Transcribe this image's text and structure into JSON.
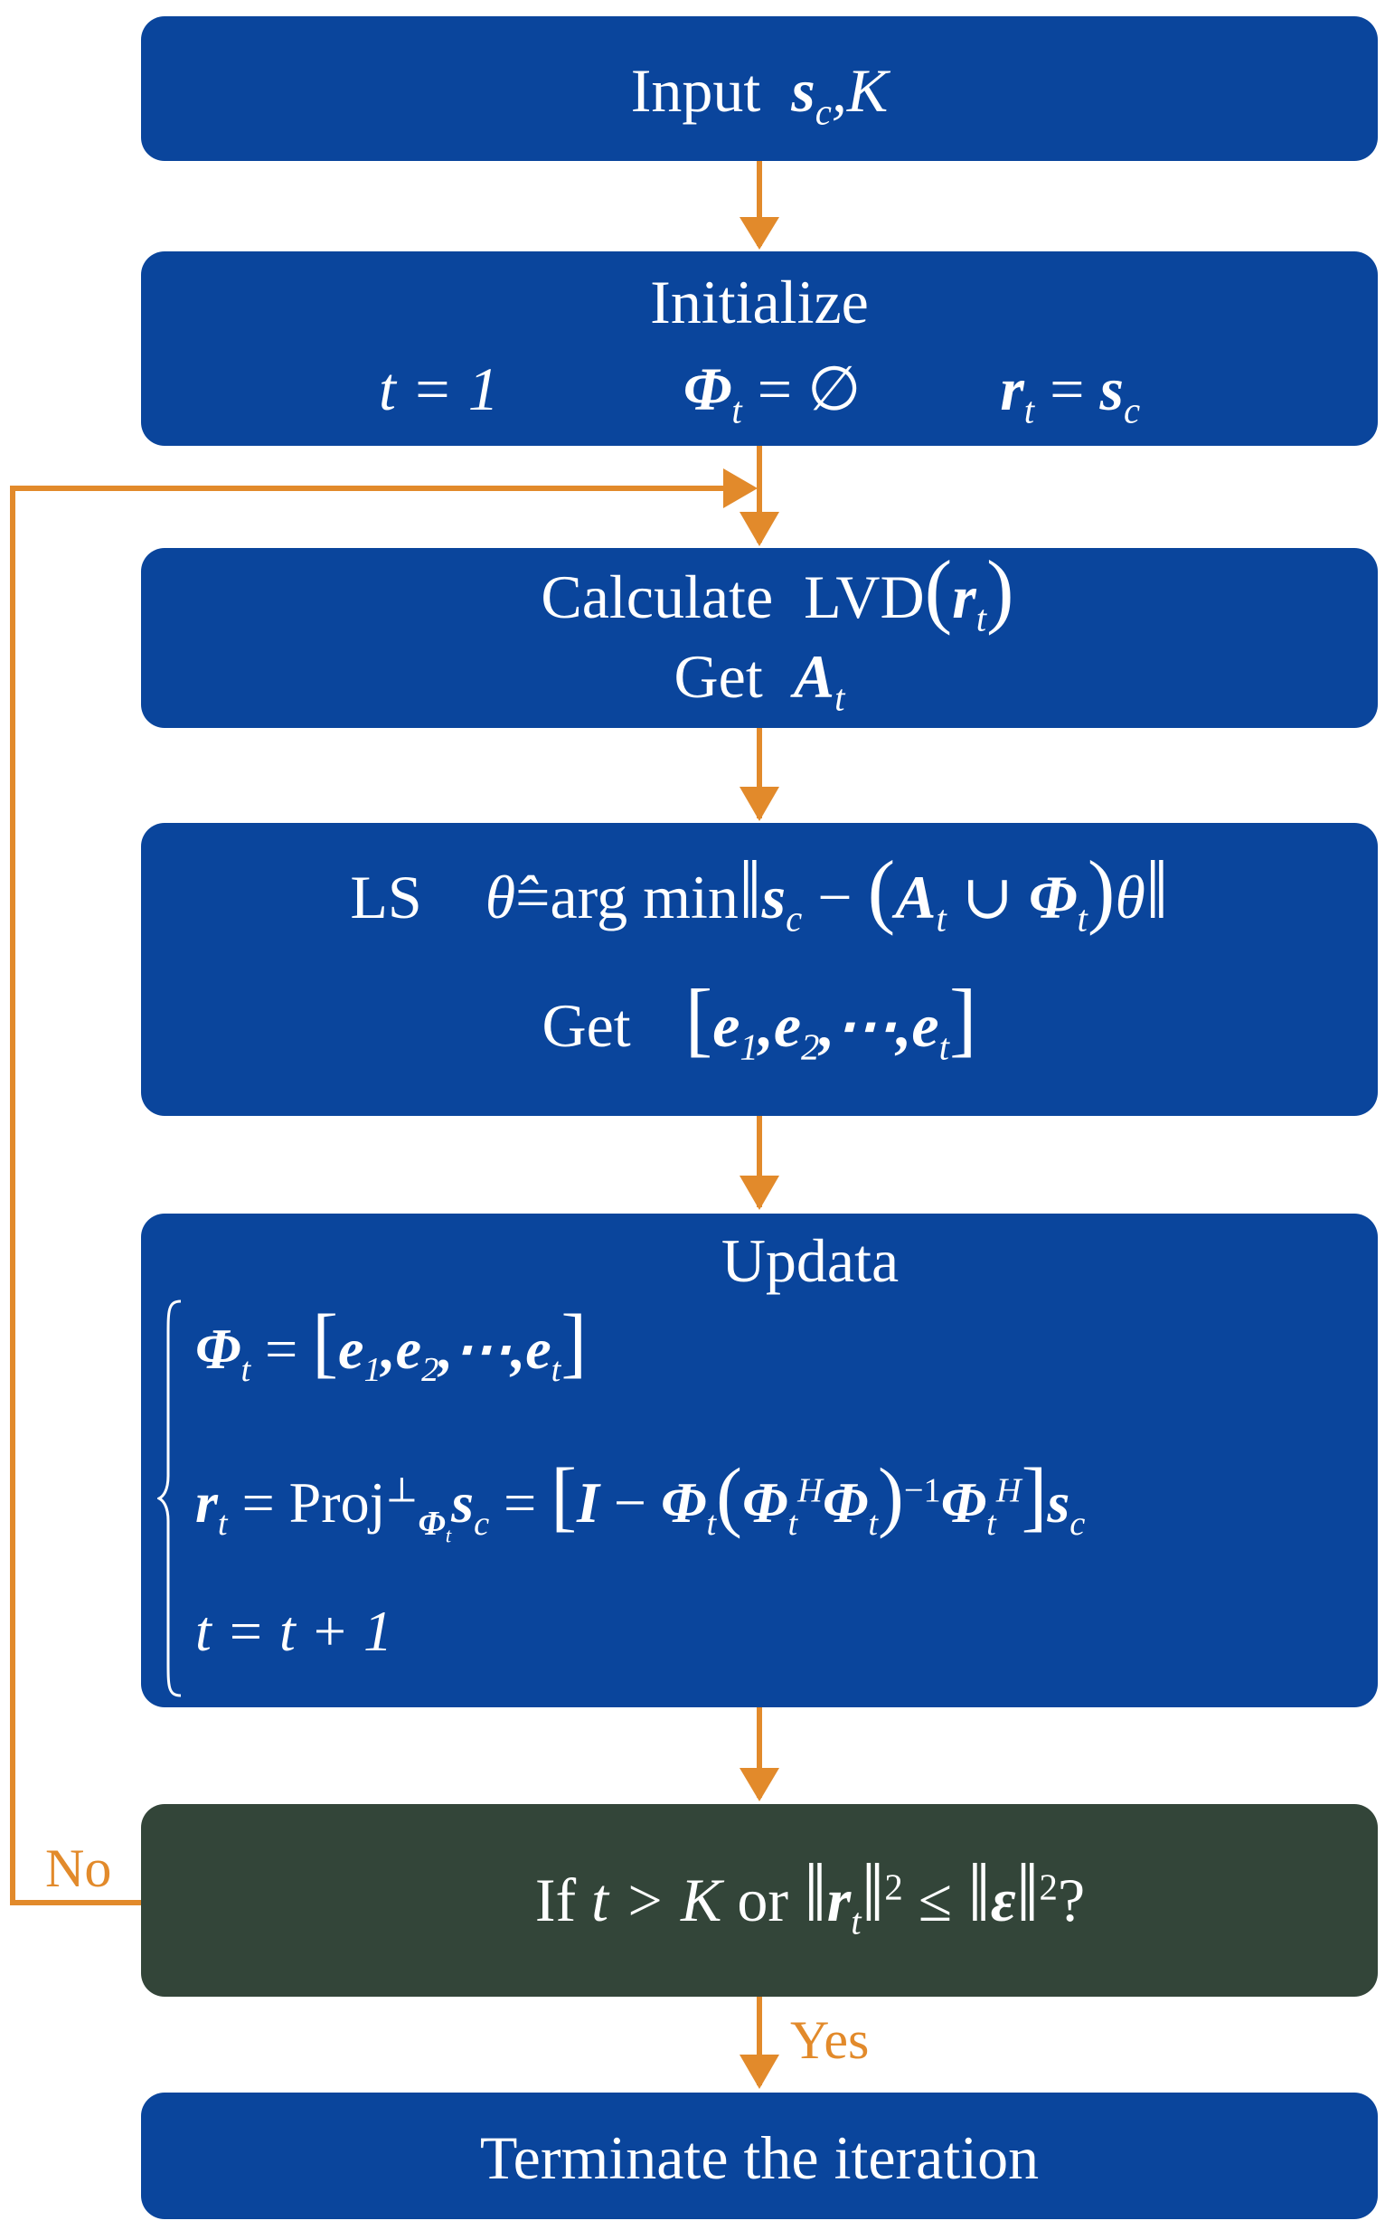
{
  "boxes": {
    "input": {
      "label": "Input",
      "expr_var": "s",
      "expr_sub": "c",
      "expr_rest": ",K"
    },
    "initialize": {
      "title": "Initialize",
      "t_init": "t = 1",
      "phi_init_rhs": " = ∅",
      "r_init_rhs": " = "
    },
    "calculate": {
      "label": "Calculate",
      "func": "LVD",
      "get_label": "Get",
      "get_var": "A",
      "get_sub": "t"
    },
    "ls": {
      "label": "LS",
      "theta_hat": "θ̂",
      "expr_mid": "=arg min",
      "get_label": "Get",
      "get_set": "e"
    },
    "update": {
      "title": "Updata",
      "line3": "t = t + 1",
      "proj": "Proj"
    },
    "decision": {
      "if_label": "If",
      "or_label": "or",
      "cond_t": "t > K"
    },
    "terminate": {
      "label": "Terminate the iteration"
    }
  },
  "flow": {
    "no_label": "No",
    "yes_label": "Yes",
    "arrow_color": "#e28a2b",
    "box_color": "#0a459c",
    "decision_color": "#334539"
  }
}
